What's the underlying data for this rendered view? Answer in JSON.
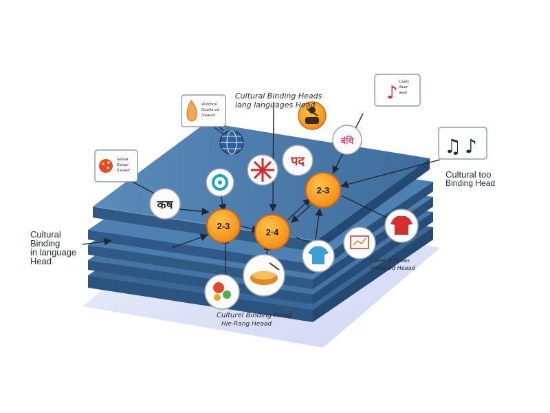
{
  "labels": {
    "left": [
      "Cultural",
      "Binding",
      "in language",
      "Head"
    ],
    "top_center": [
      "Cultural Binding Heads",
      "lang languages Head"
    ],
    "right": [
      "Cultural too",
      "Binding Head"
    ],
    "bottom_left": [
      "Culturel Binding Head",
      "Hie-Rang Heaad"
    ],
    "bottom_right": [
      "Cooel ig Hreas",
      "Hieeoeid Heaad"
    ]
  },
  "nodes": {
    "n1": "2-3",
    "n2": "2·4",
    "n3": "2-3"
  },
  "glyphs": {
    "g1": "कष",
    "g2": "पद",
    "g3": "बंधि"
  },
  "callouts": {
    "top_left_card": [
      "Wictreol",
      "Goolia ed",
      "lllaaeld"
    ],
    "left_card": [
      "Ialleal",
      "Ealael",
      "Ealaed"
    ],
    "top_right_card": [
      "Caals",
      "llaaz",
      "aaat"
    ]
  },
  "colors": {
    "layer_top": "#4a7aa8",
    "layer_side": "#2f5a86",
    "node": "#f5a11c",
    "node_ring": "#e26a1a",
    "icon_bg": "#ffffff",
    "floor": "#c9d6f2"
  }
}
